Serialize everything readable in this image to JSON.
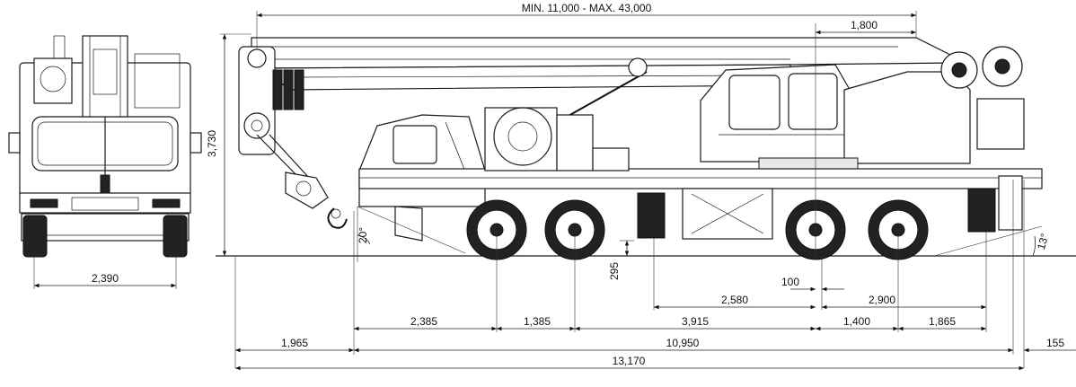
{
  "dimensions": {
    "boom_extension": "MIN. 11,000 - MAX. 43,000",
    "jib_offset": "1,800",
    "overall_height": "3,730",
    "track_width": "2,390",
    "approach_angle": "20°",
    "departure_angle": "13°",
    "ground_clearance": "295",
    "offset_100": "100",
    "span_2580": "2,580",
    "span_2900": "2,900",
    "axle_2385": "2,385",
    "axle_1385": "1,385",
    "axle_3915": "3,915",
    "axle_1400": "1,400",
    "axle_1865": "1,865",
    "front_overhang": "1,965",
    "chassis_length": "10,950",
    "rear_overhang": "155",
    "overall_length": "13,170"
  }
}
